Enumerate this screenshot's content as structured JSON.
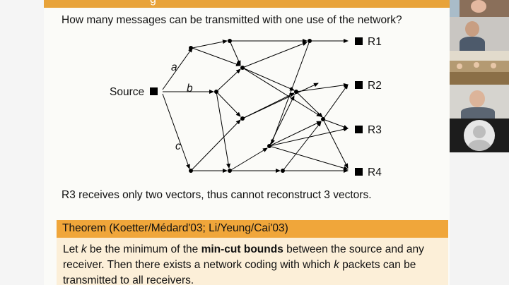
{
  "slide": {
    "header_fragment": "g",
    "question": "How many messages can be transmitted with one use of the network?",
    "source_label": "Source",
    "edge_labels": {
      "a": "a",
      "b": "b",
      "c": "c"
    },
    "receivers": [
      "R1",
      "R2",
      "R3",
      "R4"
    ],
    "conclusion": "R3 receives only two vectors, thus cannot reconstruct 3 vectors.",
    "theorem": {
      "title": "Theorem (Koetter/Médard'03; Li/Yeung/Cai'03)",
      "body_before": "Let ",
      "body_k1": "k",
      "body_mid1": " be the minimum of the ",
      "body_bold": "min-cut bounds",
      "body_mid2": " between the source and any receiver. Then there exists a network coding with which ",
      "body_k2": "k",
      "body_after": " packets can be transmitted to all receivers."
    }
  },
  "participants": [
    {
      "name": "participant-video-1",
      "color": "#8a6f5a"
    },
    {
      "name": "participant-video-2",
      "color": "#c9c6c2"
    },
    {
      "name": "participant-video-3",
      "color": "#b49a72"
    },
    {
      "name": "participant-video-4",
      "color": "#d6d4cf"
    },
    {
      "name": "participant-avatar",
      "color": "#1c1c1c"
    }
  ],
  "colors": {
    "accent": "#e8a33a",
    "theorem_title_bg": "#f0a63a",
    "theorem_body_bg": "#fcefd8"
  }
}
